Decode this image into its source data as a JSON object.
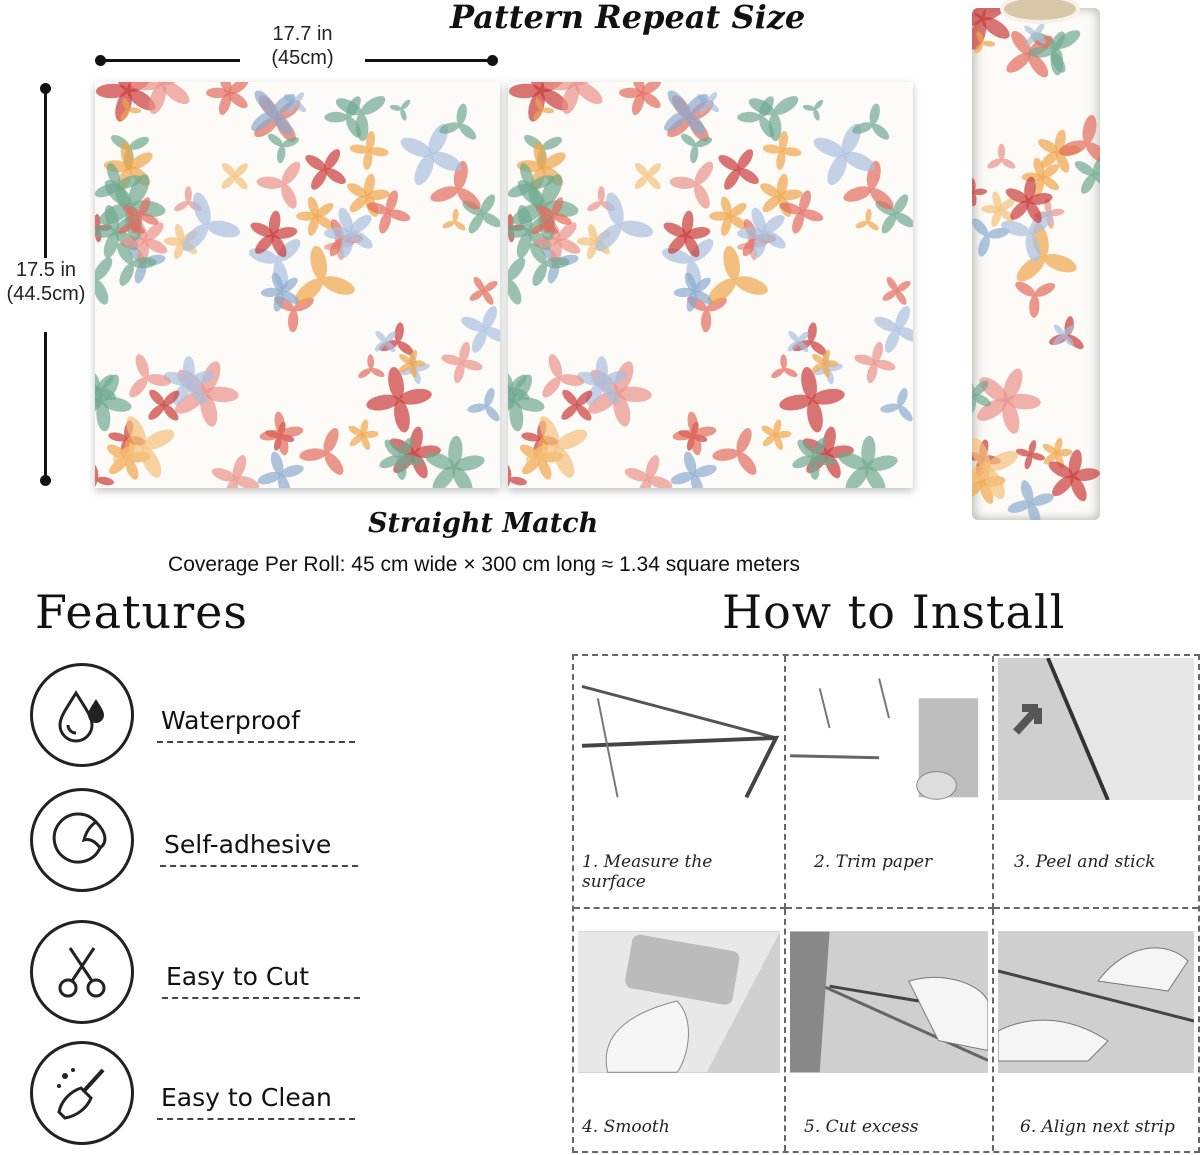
{
  "header": {
    "title": "Pattern Repeat Size"
  },
  "dimensions": {
    "width_in": "17.7 in",
    "width_cm": "(45cm)",
    "height_in": "17.5 in",
    "height_cm": "(44.5cm)"
  },
  "match": {
    "title": "Straight Match",
    "coverage": "Coverage Per Roll: 45 cm wide × 300 cm long ≈ 1.34 square meters"
  },
  "features": {
    "title": "Features",
    "items": [
      {
        "label": "Waterproof",
        "icon": "water-drops-icon"
      },
      {
        "label": "Self-adhesive",
        "icon": "peel-sticker-icon"
      },
      {
        "label": "Easy to Cut",
        "icon": "scissors-icon"
      },
      {
        "label": "Easy to Clean",
        "icon": "broom-icon"
      }
    ]
  },
  "install": {
    "title": "How to Install",
    "steps": [
      {
        "label": "1. Measure the surface"
      },
      {
        "label": "2. Trim paper"
      },
      {
        "label": "3. Peel and stick"
      },
      {
        "label": "4. Smooth"
      },
      {
        "label": "5. Cut excess"
      },
      {
        "label": "6. Align next strip"
      }
    ]
  },
  "colors": {
    "petals": [
      "#e36b5d",
      "#f0a54a",
      "#a9bfe0",
      "#6fa88f",
      "#c93a3a",
      "#f3c07a",
      "#e9928a",
      "#8aa9cf"
    ]
  }
}
